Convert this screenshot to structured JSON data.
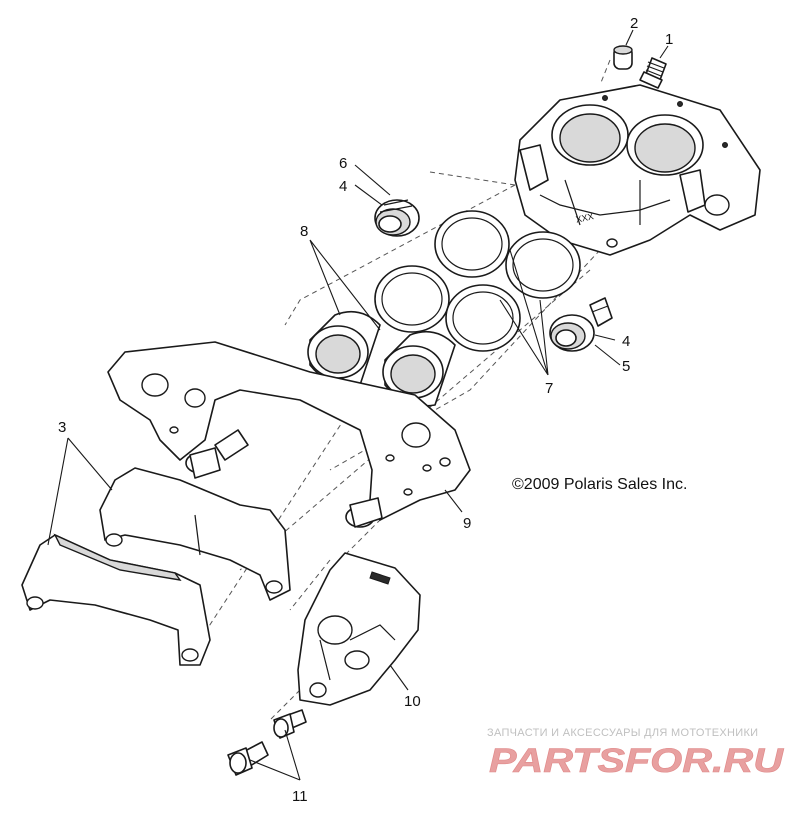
{
  "callouts": {
    "c1": "1",
    "c2": "2",
    "c3": "3",
    "c4a": "4",
    "c4b": "4",
    "c5": "5",
    "c6": "6",
    "c7": "7",
    "c8": "8",
    "c9": "9",
    "c10": "10",
    "c11": "11"
  },
  "caliper_mark": "XXX",
  "copyright": "©2009 Polaris Sales Inc.",
  "watermark": {
    "tagline": "ЗАПЧАСТИ И АКСЕССУАРЫ ДЛЯ МОТОТЕХНИКИ",
    "logo": "PARTSFOR.RU",
    "color": "#e8a0a0"
  }
}
